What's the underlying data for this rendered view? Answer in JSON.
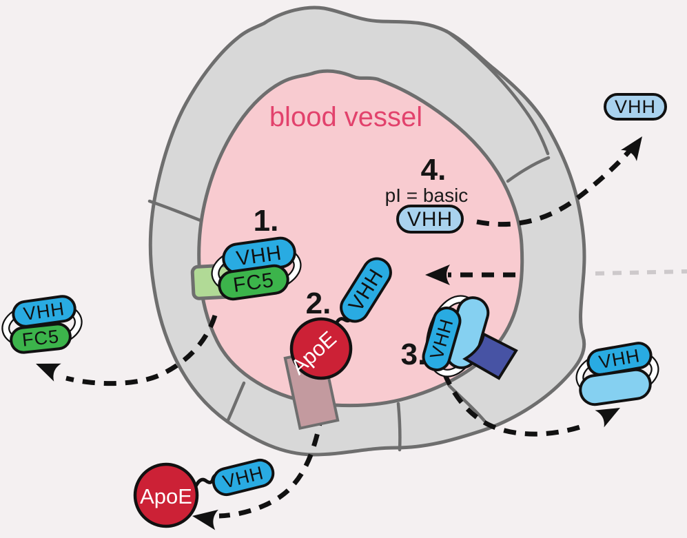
{
  "diagram": {
    "title": "blood vessel",
    "strategies": [
      {
        "number": "1.",
        "label_vhh": "VHH",
        "label_fc5": "FC5"
      },
      {
        "number": "2.",
        "label_vhh": "VHH",
        "label_apoe": "ApoE"
      },
      {
        "number": "3.",
        "label_vhh": "VHH"
      },
      {
        "number": "4.",
        "note": "pI = basic",
        "label_vhh": "VHH"
      }
    ],
    "outside": {
      "top_right_vhh": "VHH",
      "left_vhh": "VHH",
      "left_fc5": "FC5",
      "right_vhh": "VHH",
      "bottom_apoe": "ApoE",
      "bottom_vhh": "VHH"
    },
    "colors": {
      "vhh_blue": "#29abe2",
      "vhh_light_blue": "#a9d2ee",
      "cargo_light_blue": "#85d0f1",
      "fc5_green": "#3cb44b",
      "receptor_green": "#b1da96",
      "receptor_dark_blue": "#4753a4",
      "apoe_red": "#cc2136",
      "transporter_mauve": "#c39a9f",
      "vessel_wall_gray": "#d8d8d8",
      "wall_outline_gray": "#6e6e6e",
      "lumen_pink": "#f8cbd0",
      "title_pink": "#e2426c",
      "background": "#f4f0f1",
      "faded_dash_gray": "#cdc9cb",
      "arrow_black": "#111111"
    }
  }
}
